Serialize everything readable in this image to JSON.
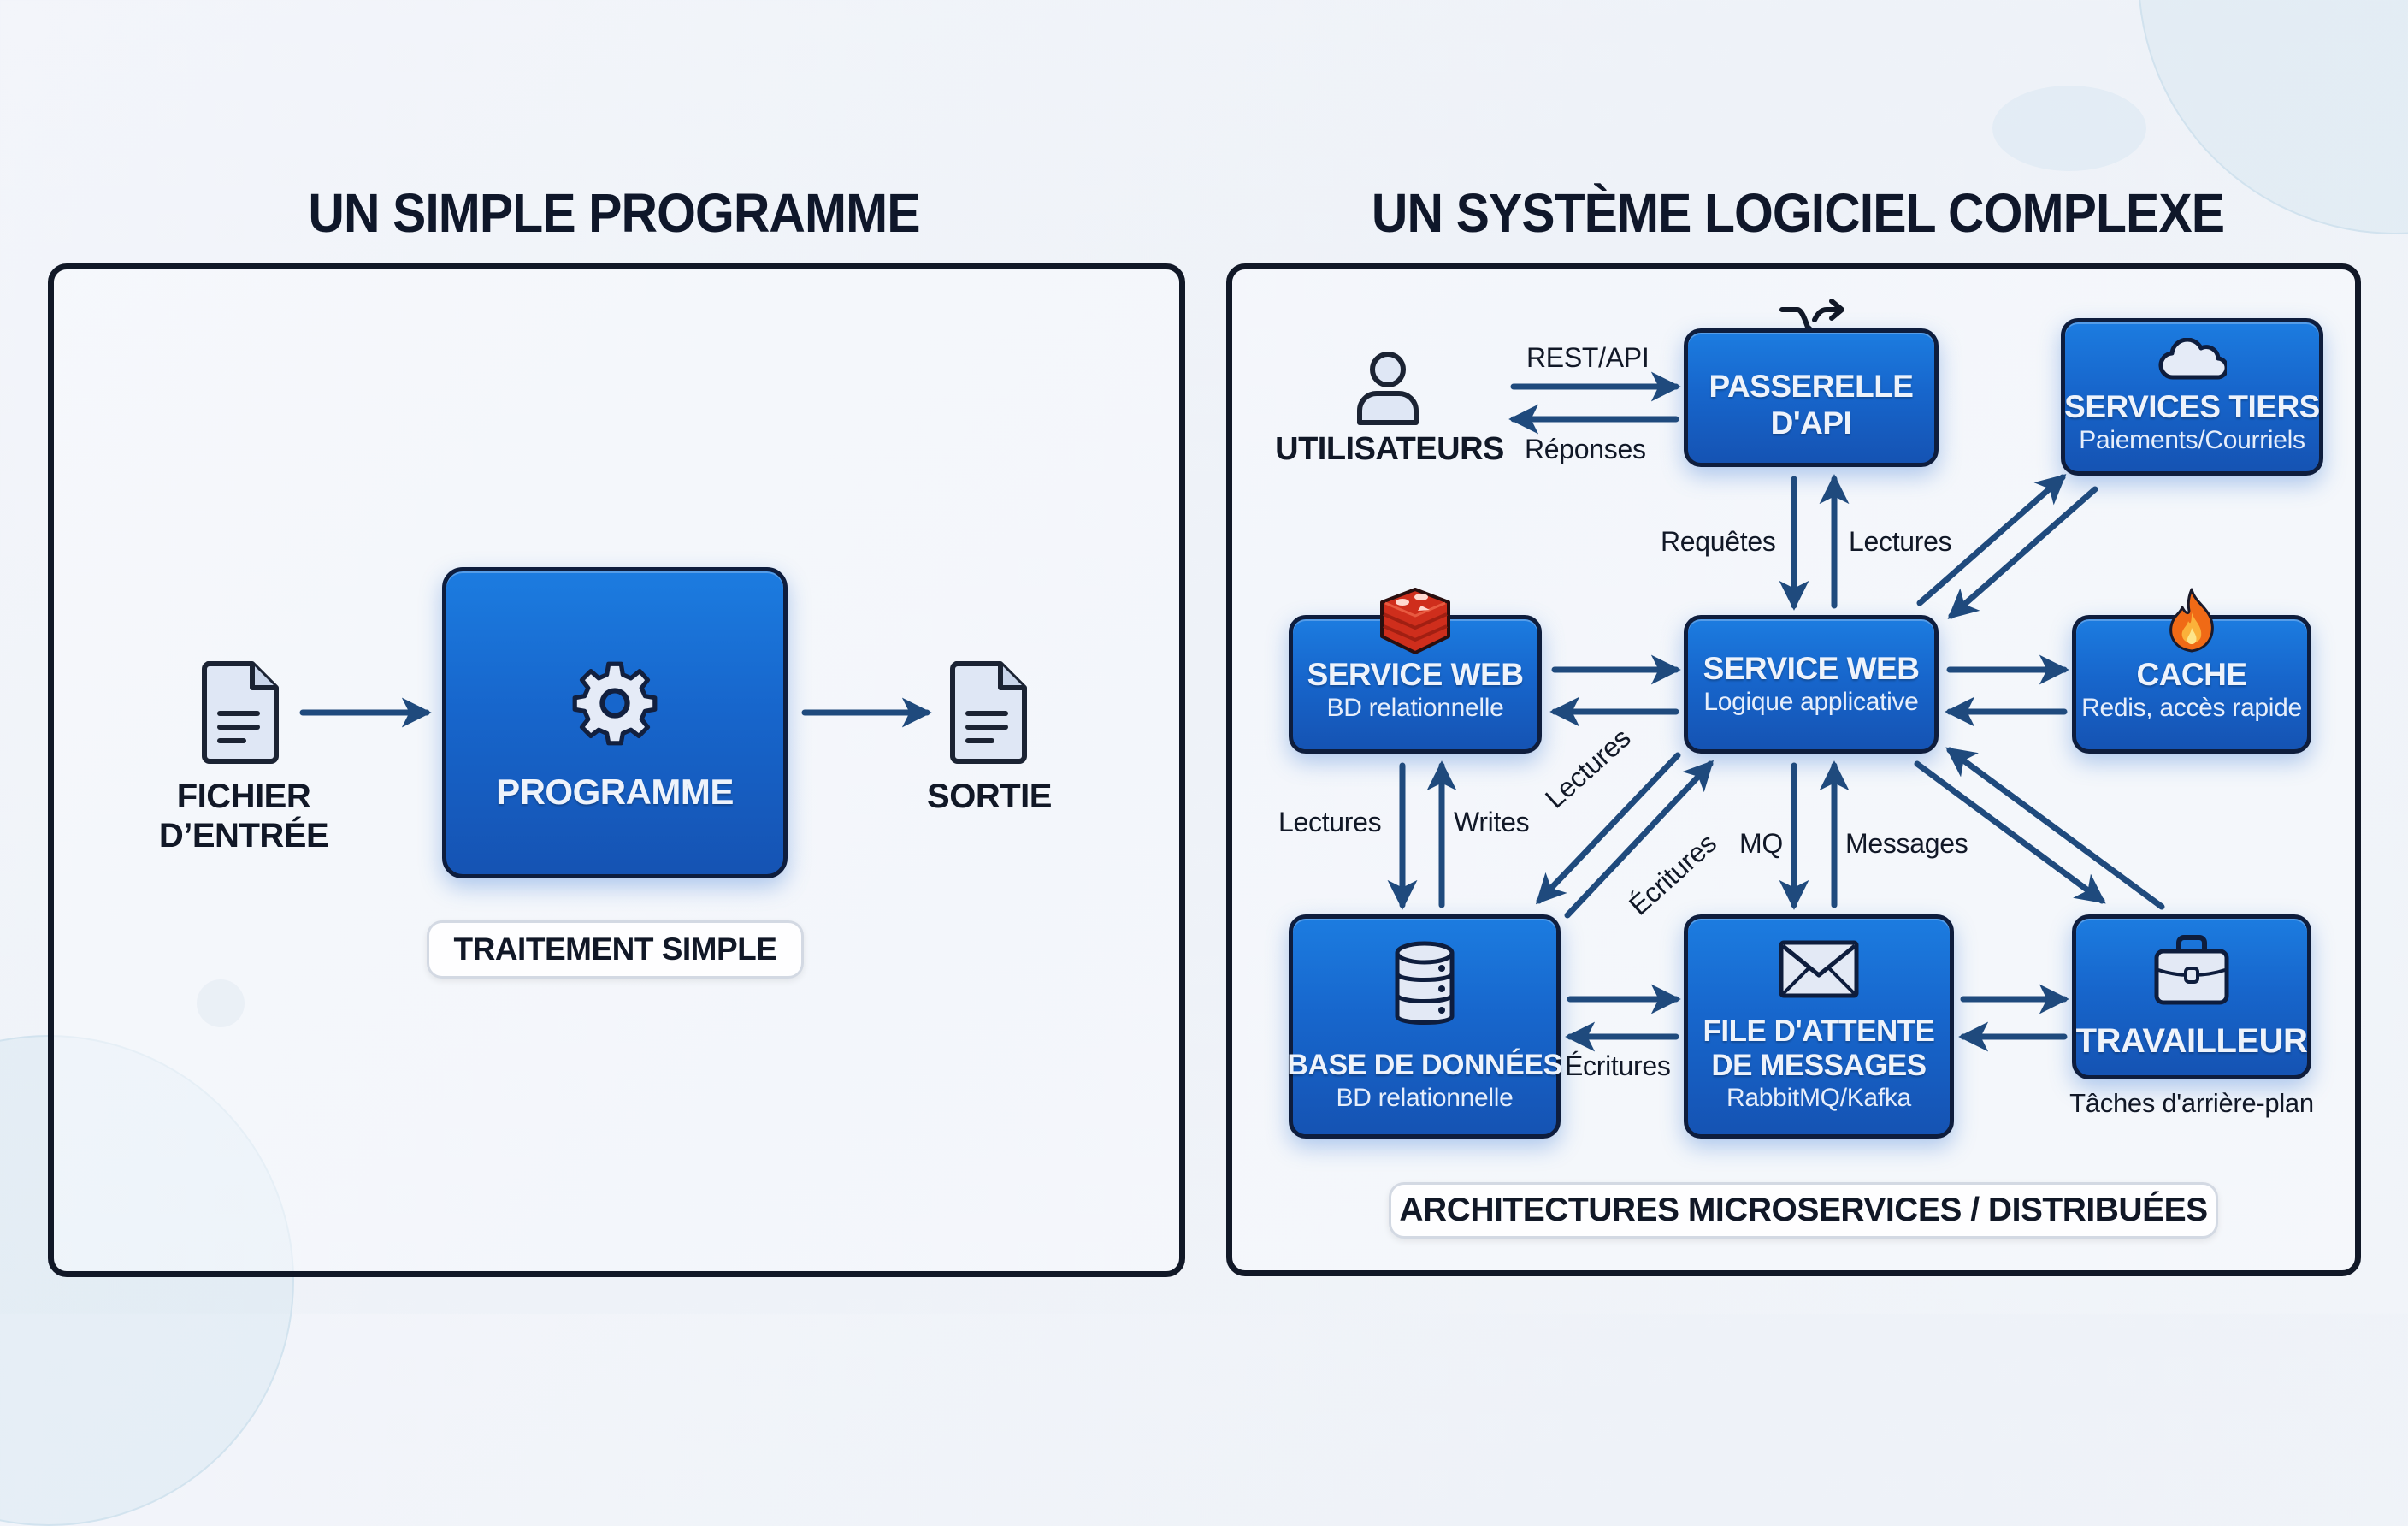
{
  "colors": {
    "node_blue": "#1766cc",
    "arrow": "#1f4a7d",
    "border": "#111827",
    "redis_red": "#d8341f",
    "flame_orange": "#f07a1a"
  },
  "left": {
    "title": "UN SIMPLE PROGRAMME",
    "input_label_line1": "FICHIER",
    "input_label_line2": "D’ENTRÉE",
    "input_icon": "document-icon",
    "program": {
      "title": "PROGRAMME",
      "icon": "gear-icon"
    },
    "output_label": "SORTIE",
    "output_icon": "document-icon",
    "caption": "TRAITEMENT SIMPLE"
  },
  "right": {
    "title": "UN SYSTÈME LOGICIEL COMPLEXE",
    "users": {
      "label": "UTILISATEURS",
      "icon": "user-icon"
    },
    "nodes": {
      "gateway": {
        "title_line1": "PASSERELLE",
        "title_line2": "D'API",
        "icon": "shuffle-icon"
      },
      "third_party": {
        "title": "SERVICES TIERS",
        "subtitle": "Paiements/Courriels",
        "icon": "cloud-icon"
      },
      "web_db": {
        "title": "SERVICE WEB",
        "subtitle": "BD relationnelle",
        "icon": "redis-icon"
      },
      "web_app": {
        "title": "SERVICE WEB",
        "subtitle": "Logique applicative"
      },
      "cache": {
        "title": "CACHE",
        "subtitle": "Redis, accès rapide",
        "icon": "flame-icon"
      },
      "database": {
        "title": "BASE DE DONNÉES",
        "subtitle": "BD relationnelle",
        "icon": "database-icon"
      },
      "queue": {
        "title_line1": "FILE D'ATTENTE",
        "title_line2": "DE MESSAGES",
        "subtitle": "RabbitMQ/Kafka",
        "icon": "envelope-icon"
      },
      "worker": {
        "title": "TRAVAILLEUR",
        "caption": "Tâches d'arrière-plan",
        "icon": "briefcase-icon"
      }
    },
    "edge_labels": {
      "rest_api": "REST/API",
      "reponses": "Réponses",
      "requetes": "Requêtes",
      "lectures_gateway": "Lectures",
      "lectures_db": "Lectures",
      "writes_db": "Writes",
      "lectures_diag": "Lectures",
      "ecritures_diag": "Écritures",
      "mq": "MQ",
      "messages": "Messages",
      "ecritures_queue": "Écritures"
    },
    "caption": "ARCHITECTURES MICROSERVICES / DISTRIBUÉES"
  }
}
